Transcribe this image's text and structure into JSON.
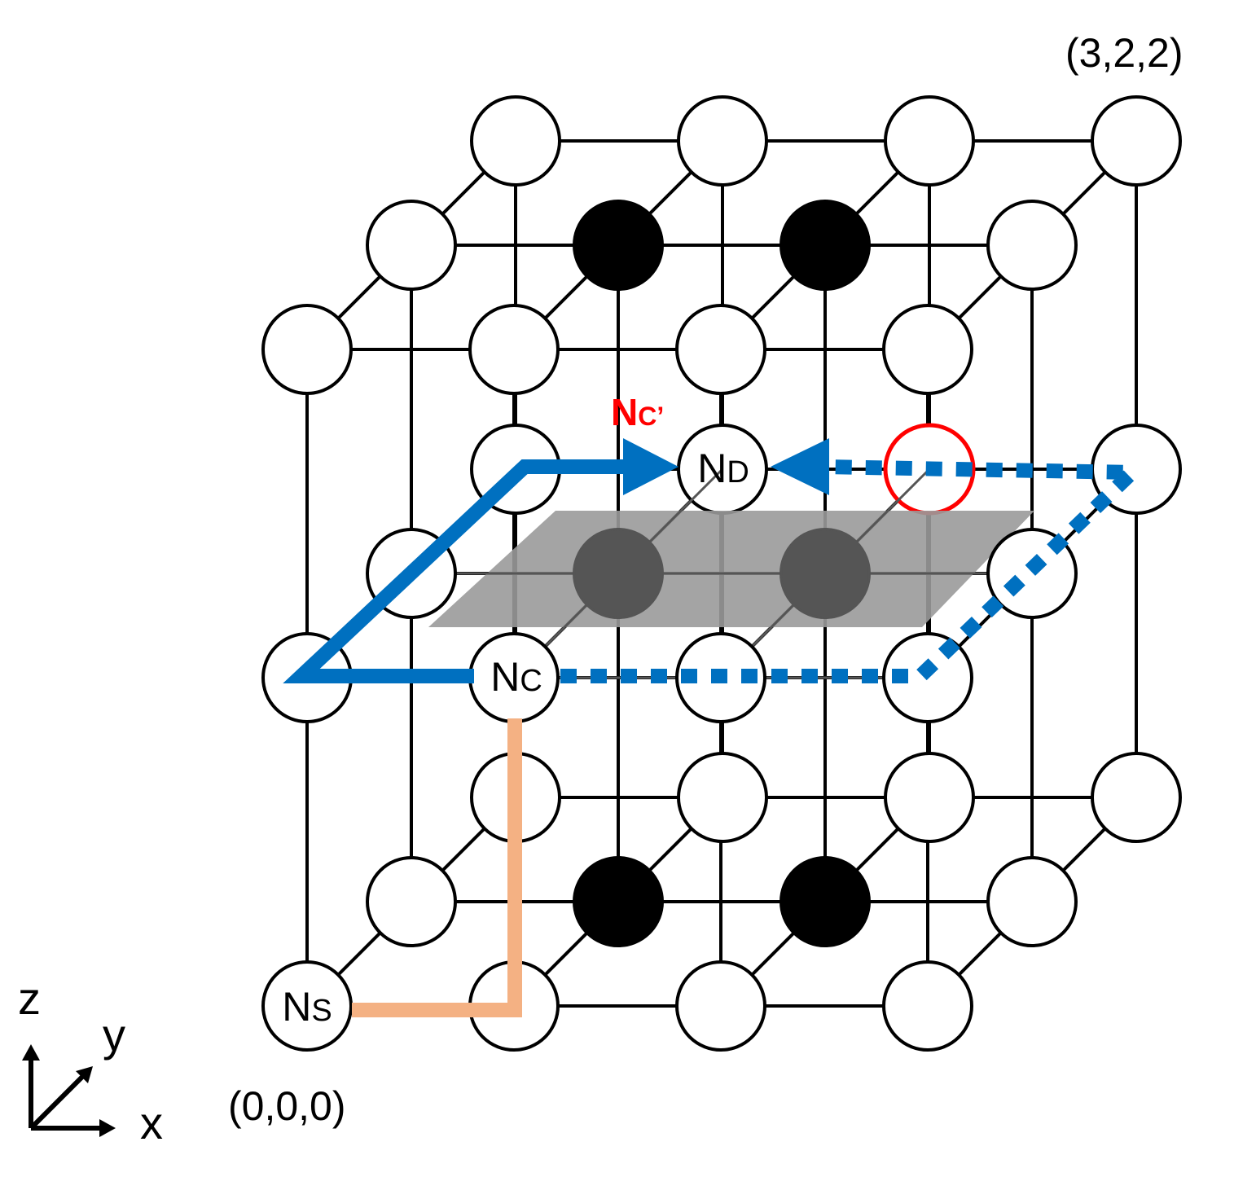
{
  "labels": {
    "origin": "(0,0,0)",
    "corner": "(3,2,2)",
    "axis_x": "x",
    "axis_y": "y",
    "axis_z": "z",
    "node_s": {
      "main": "N",
      "sub": "S"
    },
    "node_c": {
      "main": "N",
      "sub": "C"
    },
    "node_d": {
      "main": "N",
      "sub": "D"
    },
    "node_c_prime": {
      "main": "N",
      "sub": "C’"
    }
  },
  "lattice": {
    "nx": 4,
    "ny": 3,
    "nz": 3
  },
  "filled_nodes": [
    [
      1,
      1,
      0
    ],
    [
      2,
      1,
      0
    ],
    [
      1,
      1,
      2
    ],
    [
      2,
      1,
      2
    ]
  ],
  "shaded_nodes": [
    [
      1,
      1,
      1
    ],
    [
      2,
      1,
      1
    ]
  ],
  "colors": {
    "grid_line": "#000000",
    "node_fill": "#ffffff",
    "node_filled": "#000000",
    "node_shaded": "#555555",
    "plane": "#9a9a9a",
    "path_solid": "#0070c0",
    "path_dotted": "#0070c0",
    "path_source": "#f4b183",
    "highlight": "#ff0000"
  }
}
